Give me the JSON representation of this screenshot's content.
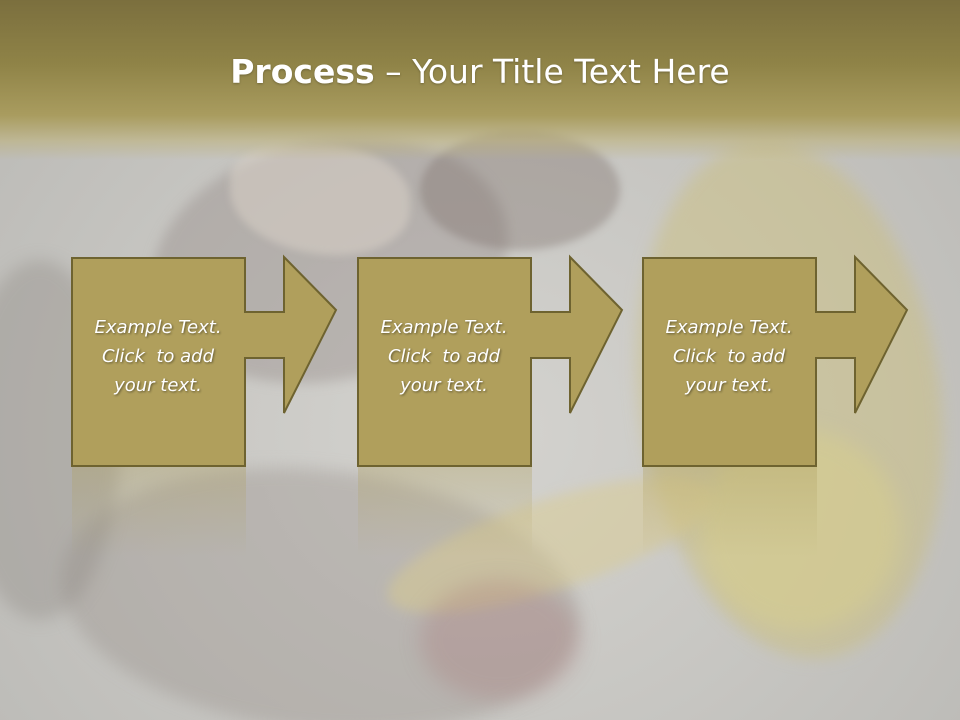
{
  "slide": {
    "title_bold": "Process",
    "title_rest": " – Your Title Text Here"
  },
  "steps": [
    {
      "line1": "Example Text.",
      "line2": "Click  to add",
      "line3": "your text."
    },
    {
      "line1": "Example Text.",
      "line2": "Click  to add",
      "line3": "your text."
    },
    {
      "line1": "Example Text.",
      "line2": "Click  to add",
      "line3": "your text."
    }
  ],
  "colors": {
    "header": "#8f8347",
    "box_fill": "#b09f5c",
    "box_border": "#6e6330",
    "text": "#ffffff"
  }
}
